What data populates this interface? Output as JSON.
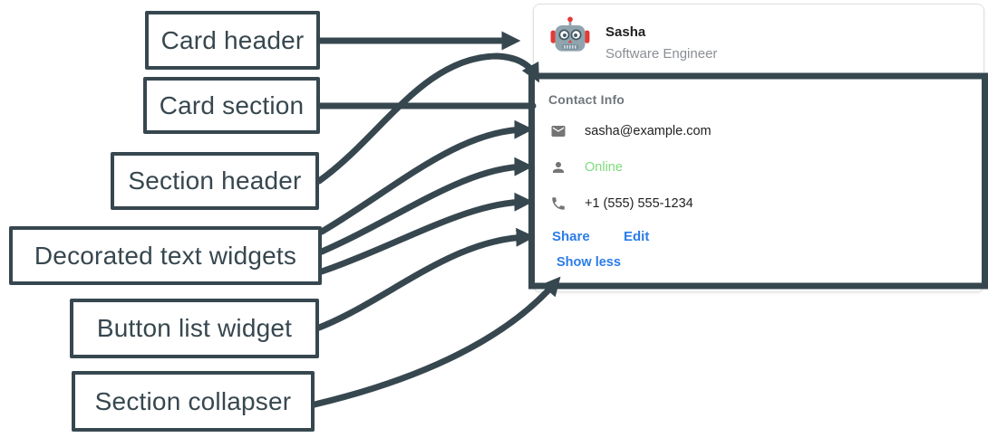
{
  "labels": {
    "card_header": "Card header",
    "card_section": "Card section",
    "section_header": "Section header",
    "decorated_text": "Decorated text widgets",
    "button_list": "Button list widget",
    "section_collapser": "Section collapser"
  },
  "card": {
    "header": {
      "avatar": "robot-emoji",
      "name": "Sasha",
      "subtitle": "Software Engineer"
    },
    "section": {
      "title": "Contact Info",
      "rows": [
        {
          "icon": "mail-icon",
          "text": "sasha@example.com"
        },
        {
          "icon": "person-icon",
          "text": "Online"
        },
        {
          "icon": "phone-icon",
          "text": "+1 (555) 555-1234"
        }
      ],
      "buttons": [
        "Share",
        "Edit"
      ],
      "collapse_label": "Show less"
    }
  },
  "colors": {
    "annotation": "#37474F",
    "link_blue": "#2B7CE9",
    "status_green": "#7DDC7B",
    "icon_gray": "#757575",
    "subtitle_gray": "#8A8F94",
    "section_title_gray": "#70767B",
    "body_text": "#212124",
    "card_border": "#e0e0e0"
  }
}
